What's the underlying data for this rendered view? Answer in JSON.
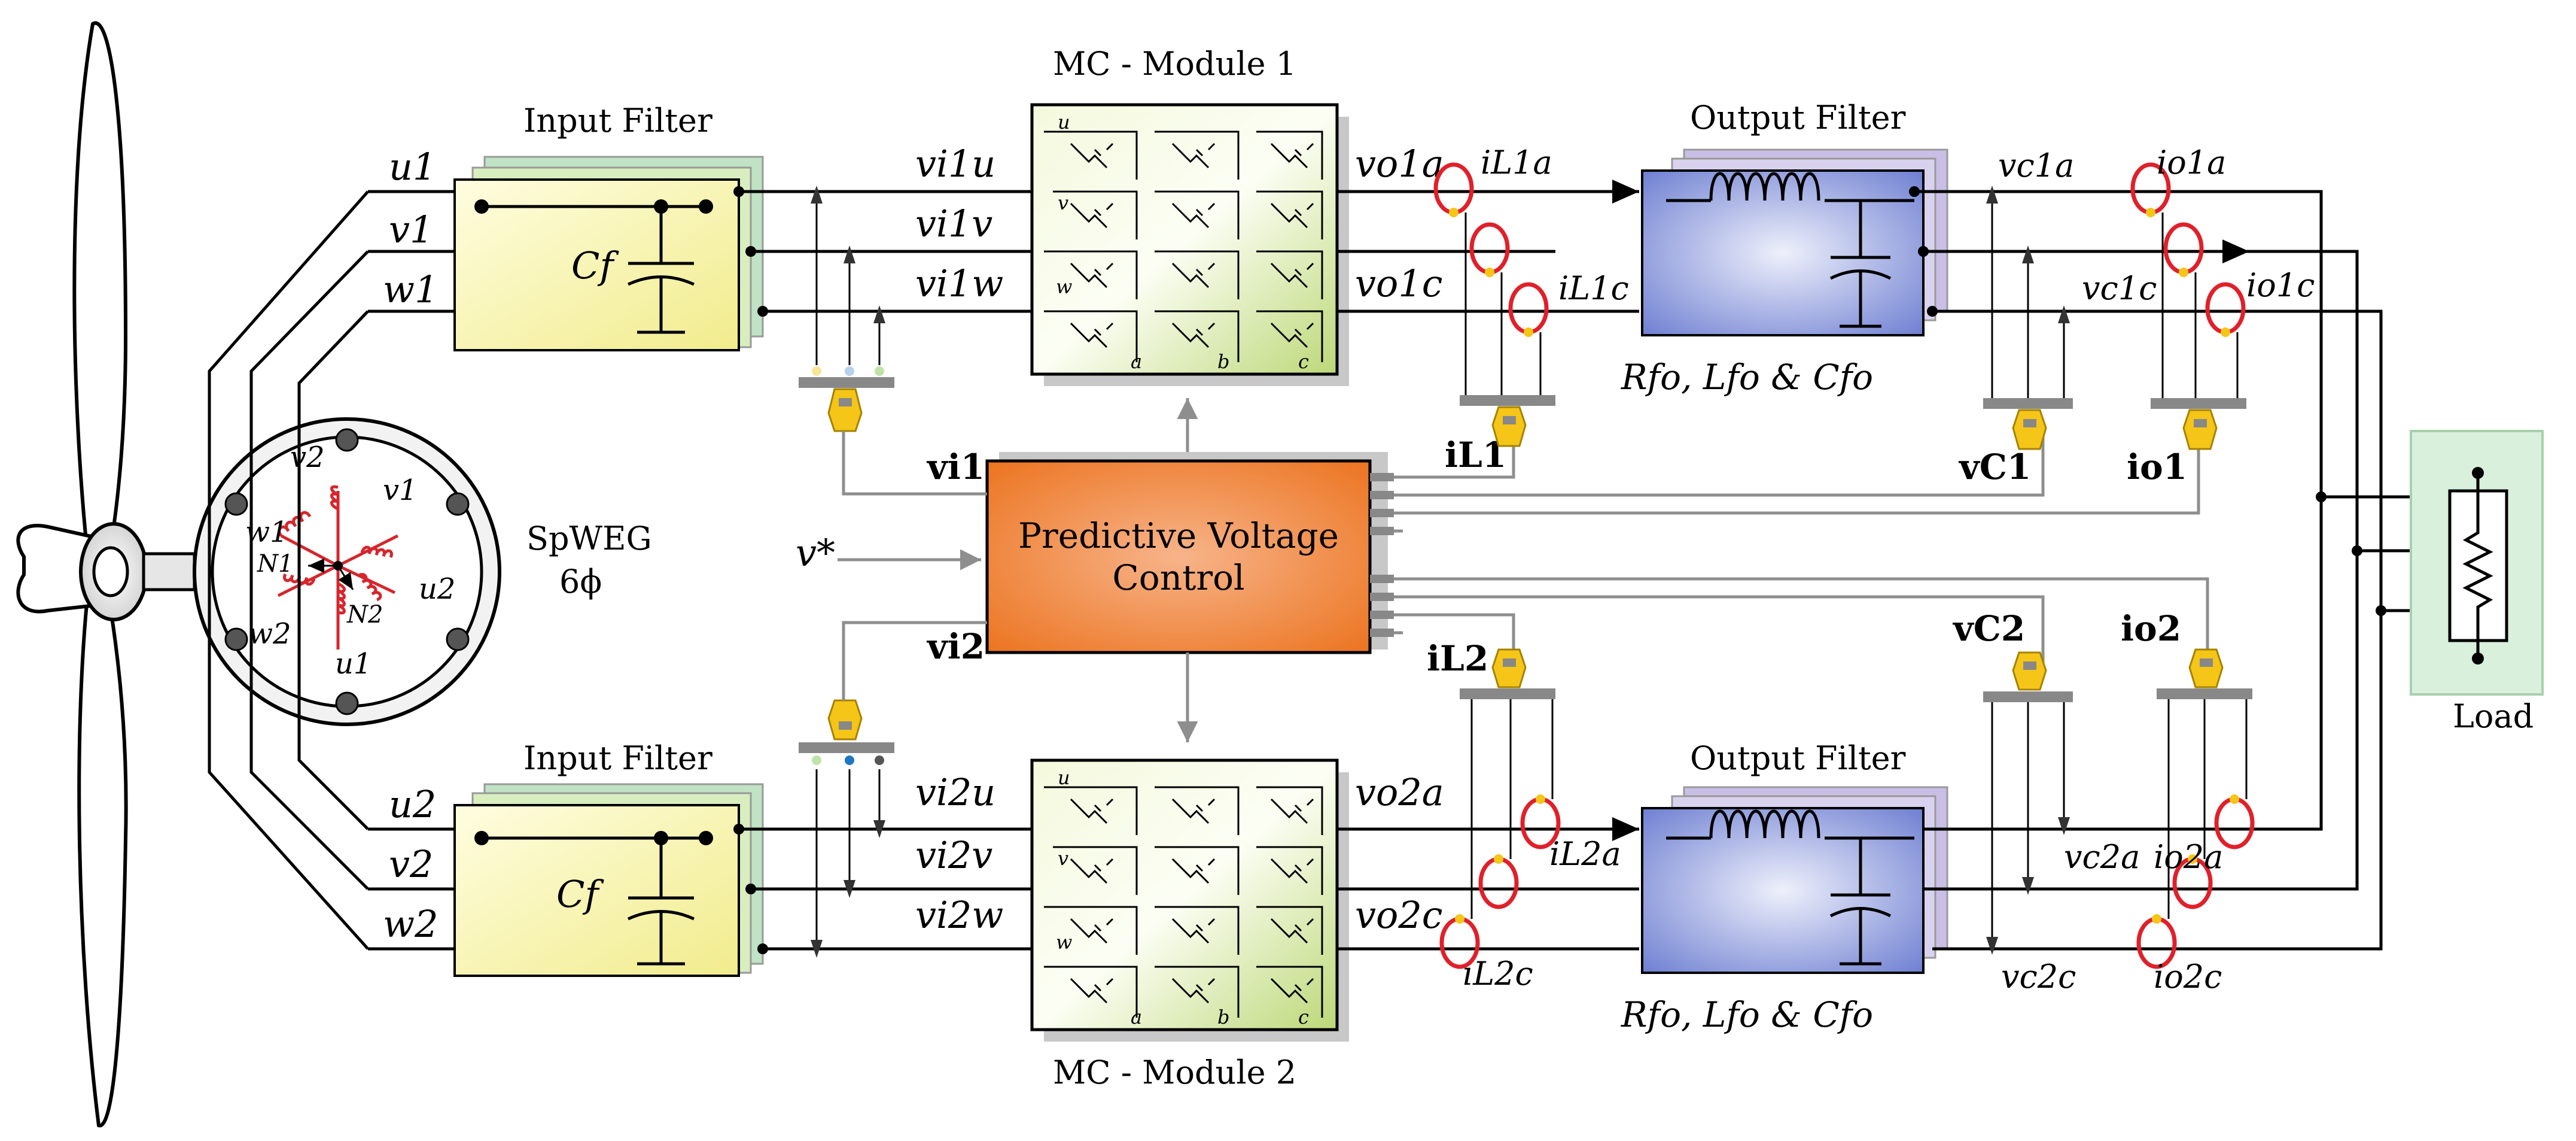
{
  "generator": {
    "name": "SpWEG",
    "phase": "6ϕ",
    "windings": {
      "u1": "u1",
      "v1": "v1",
      "w1": "w1",
      "u2": "u2",
      "v2": "v2",
      "w2": "w2",
      "n1": "N1",
      "n2": "N2"
    }
  },
  "input_filter": {
    "title": "Input Filter",
    "capacitor": "Cf",
    "ch1_lines": [
      "u1",
      "v1",
      "w1"
    ],
    "ch2_lines": [
      "u2",
      "v2",
      "w2"
    ]
  },
  "input_voltages": {
    "ch1": [
      "vi1u",
      "vi1v",
      "vi1w"
    ],
    "ch2": [
      "vi2u",
      "vi2v",
      "vi2w"
    ]
  },
  "mc_module_1": {
    "title": "MC - Module 1",
    "rows": [
      "u",
      "v",
      "w"
    ],
    "cols": [
      "a",
      "b",
      "c"
    ]
  },
  "mc_module_2": {
    "title": "MC - Module 2",
    "rows": [
      "u",
      "v",
      "w"
    ],
    "cols": [
      "a",
      "b",
      "c"
    ]
  },
  "controller": {
    "line1": "Predictive Voltage",
    "line2": "Control",
    "reference": "v*",
    "input1": "vi1",
    "input2": "vi2"
  },
  "output_voltages": {
    "ch1": [
      "vo1a",
      "vo1c"
    ],
    "ch2": [
      "vo2a",
      "vo2c"
    ]
  },
  "inductor_currents": {
    "ch1": [
      "iL1a",
      "iL1c"
    ],
    "ch2": [
      "iL2a",
      "iL2c"
    ],
    "vec1": "iL1",
    "vec2": "iL2"
  },
  "output_filter": {
    "title": "Output Filter",
    "params": "Rfo, Lfo & Cfo"
  },
  "cap_voltages": {
    "ch1": [
      "vc1a",
      "vc1c"
    ],
    "ch2": [
      "vc2a",
      "vc2c"
    ],
    "vec1": "vC1",
    "vec2": "vC2"
  },
  "output_currents": {
    "ch1": [
      "io1a",
      "io1c"
    ],
    "ch2": [
      "io2a",
      "io2c"
    ],
    "vec1": "io1",
    "vec2": "io2"
  },
  "load": {
    "title": "Load"
  },
  "colors": {
    "filter_fill": "#f6f3b0",
    "filter_shadow": "#bfe3c4",
    "mc_fill": "#d4e79a",
    "controller_fill": "#f08a3c",
    "out_filter_fill": "#7d8fd6",
    "out_filter_shadow": "#c9bfe6",
    "sensor": "#f5c518",
    "rogowski": "#e0202a",
    "load_fill": "#d9f0dc",
    "winding": "#d6262d",
    "wire_gray": "#8e8e8e"
  }
}
